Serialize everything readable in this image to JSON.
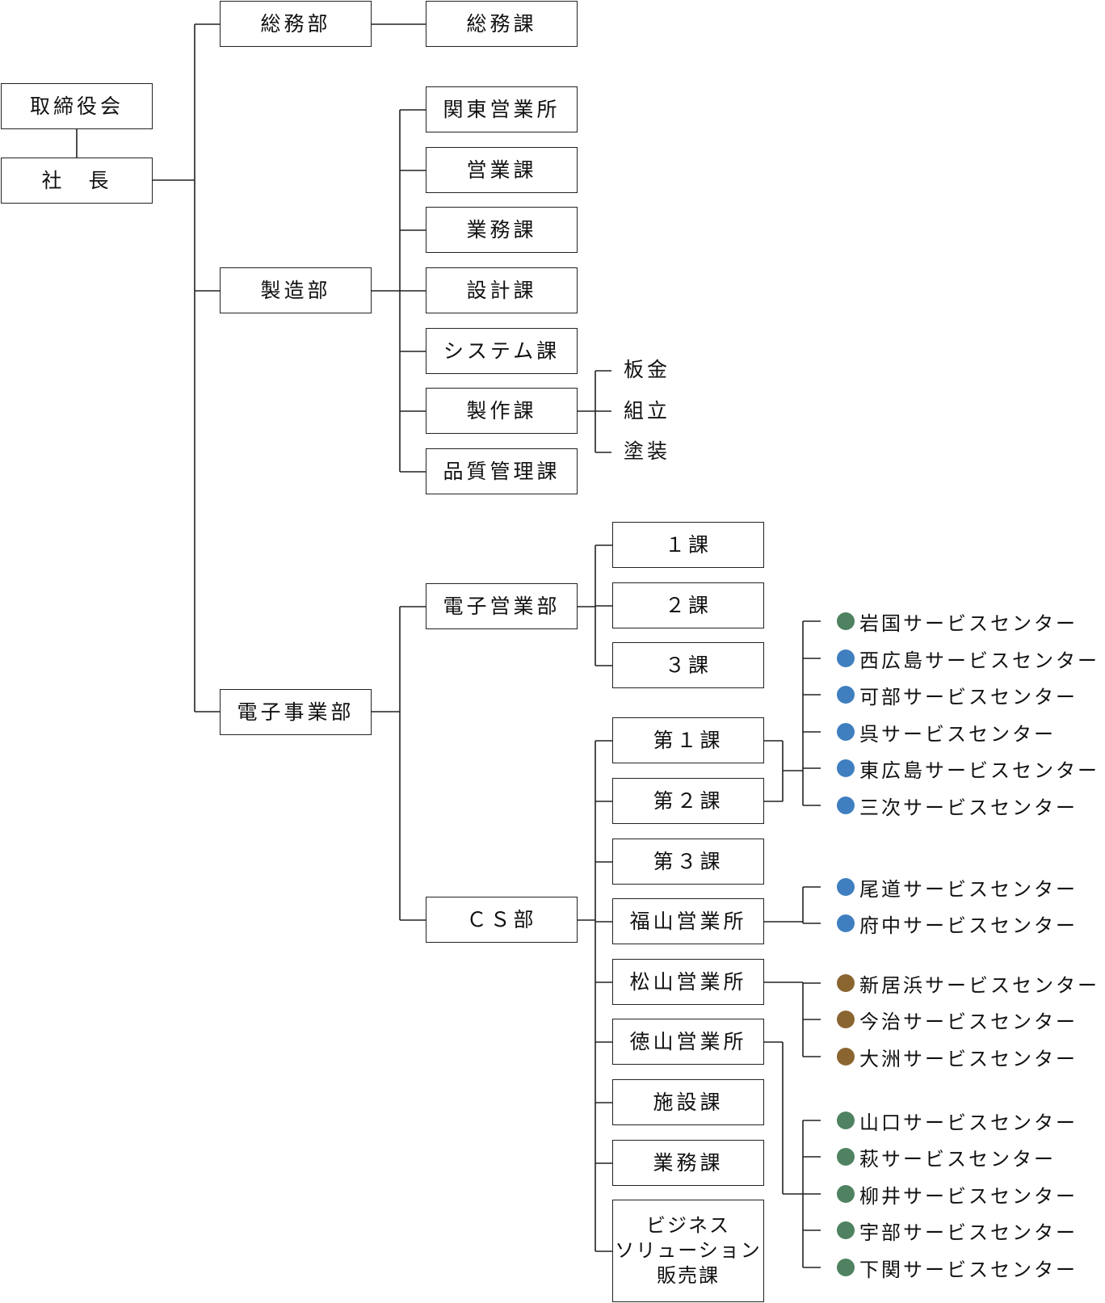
{
  "colors": {
    "line": "#222222",
    "dot_green": "#4f8260",
    "dot_blue": "#3f7fbf",
    "dot_brown": "#8a6530"
  },
  "nodes": {
    "board": "取締役会",
    "president": "社　長",
    "soumu_bu": "総務部",
    "soumu_ka": "総務課",
    "seizou_bu": "製造部",
    "kanto": "関東営業所",
    "eigyou_ka": "営業課",
    "gyoumu_ka_mfg": "業務課",
    "sekkei_ka": "設計課",
    "system_ka": "システム課",
    "seisaku_ka": "製作課",
    "hinshitsu_ka": "品質管理課",
    "bankin": "板金",
    "kumitate": "組立",
    "tosou": "塗装",
    "denshi_jigyou_bu": "電子事業部",
    "denshi_eigyou_bu": "電子営業部",
    "ka1": "１課",
    "ka2": "２課",
    "ka3": "３課",
    "cs_bu": "ＣＳ部",
    "dai1": "第１課",
    "dai2": "第２課",
    "dai3": "第３課",
    "fukuyama": "福山営業所",
    "matsuyama": "松山営業所",
    "tokuyama": "徳山営業所",
    "shisetsu_ka": "施設課",
    "gyoumu_ka_cs": "業務課",
    "biz_line1": "ビジネス",
    "biz_line2": "ソリューション",
    "biz_line3": "販売課"
  },
  "centers": {
    "iwakuni": "岩国サービスセンター",
    "nishihiroshima": "西広島サービスセンター",
    "kabe": "可部サービスセンター",
    "kure": "呉サービスセンター",
    "higashihiroshima": "東広島サービスセンター",
    "miyoshi": "三次サービスセンター",
    "onomichi": "尾道サービスセンター",
    "fuchu": "府中サービスセンター",
    "niihama": "新居浜サービスセンター",
    "imabari": "今治サービスセンター",
    "ozu": "大洲サービスセンター",
    "yamaguchi": "山口サービスセンター",
    "hagi": "萩サービスセンター",
    "yanai": "柳井サービスセンター",
    "ube": "宇部サービスセンター",
    "shimonoseki": "下関サービスセンター"
  }
}
